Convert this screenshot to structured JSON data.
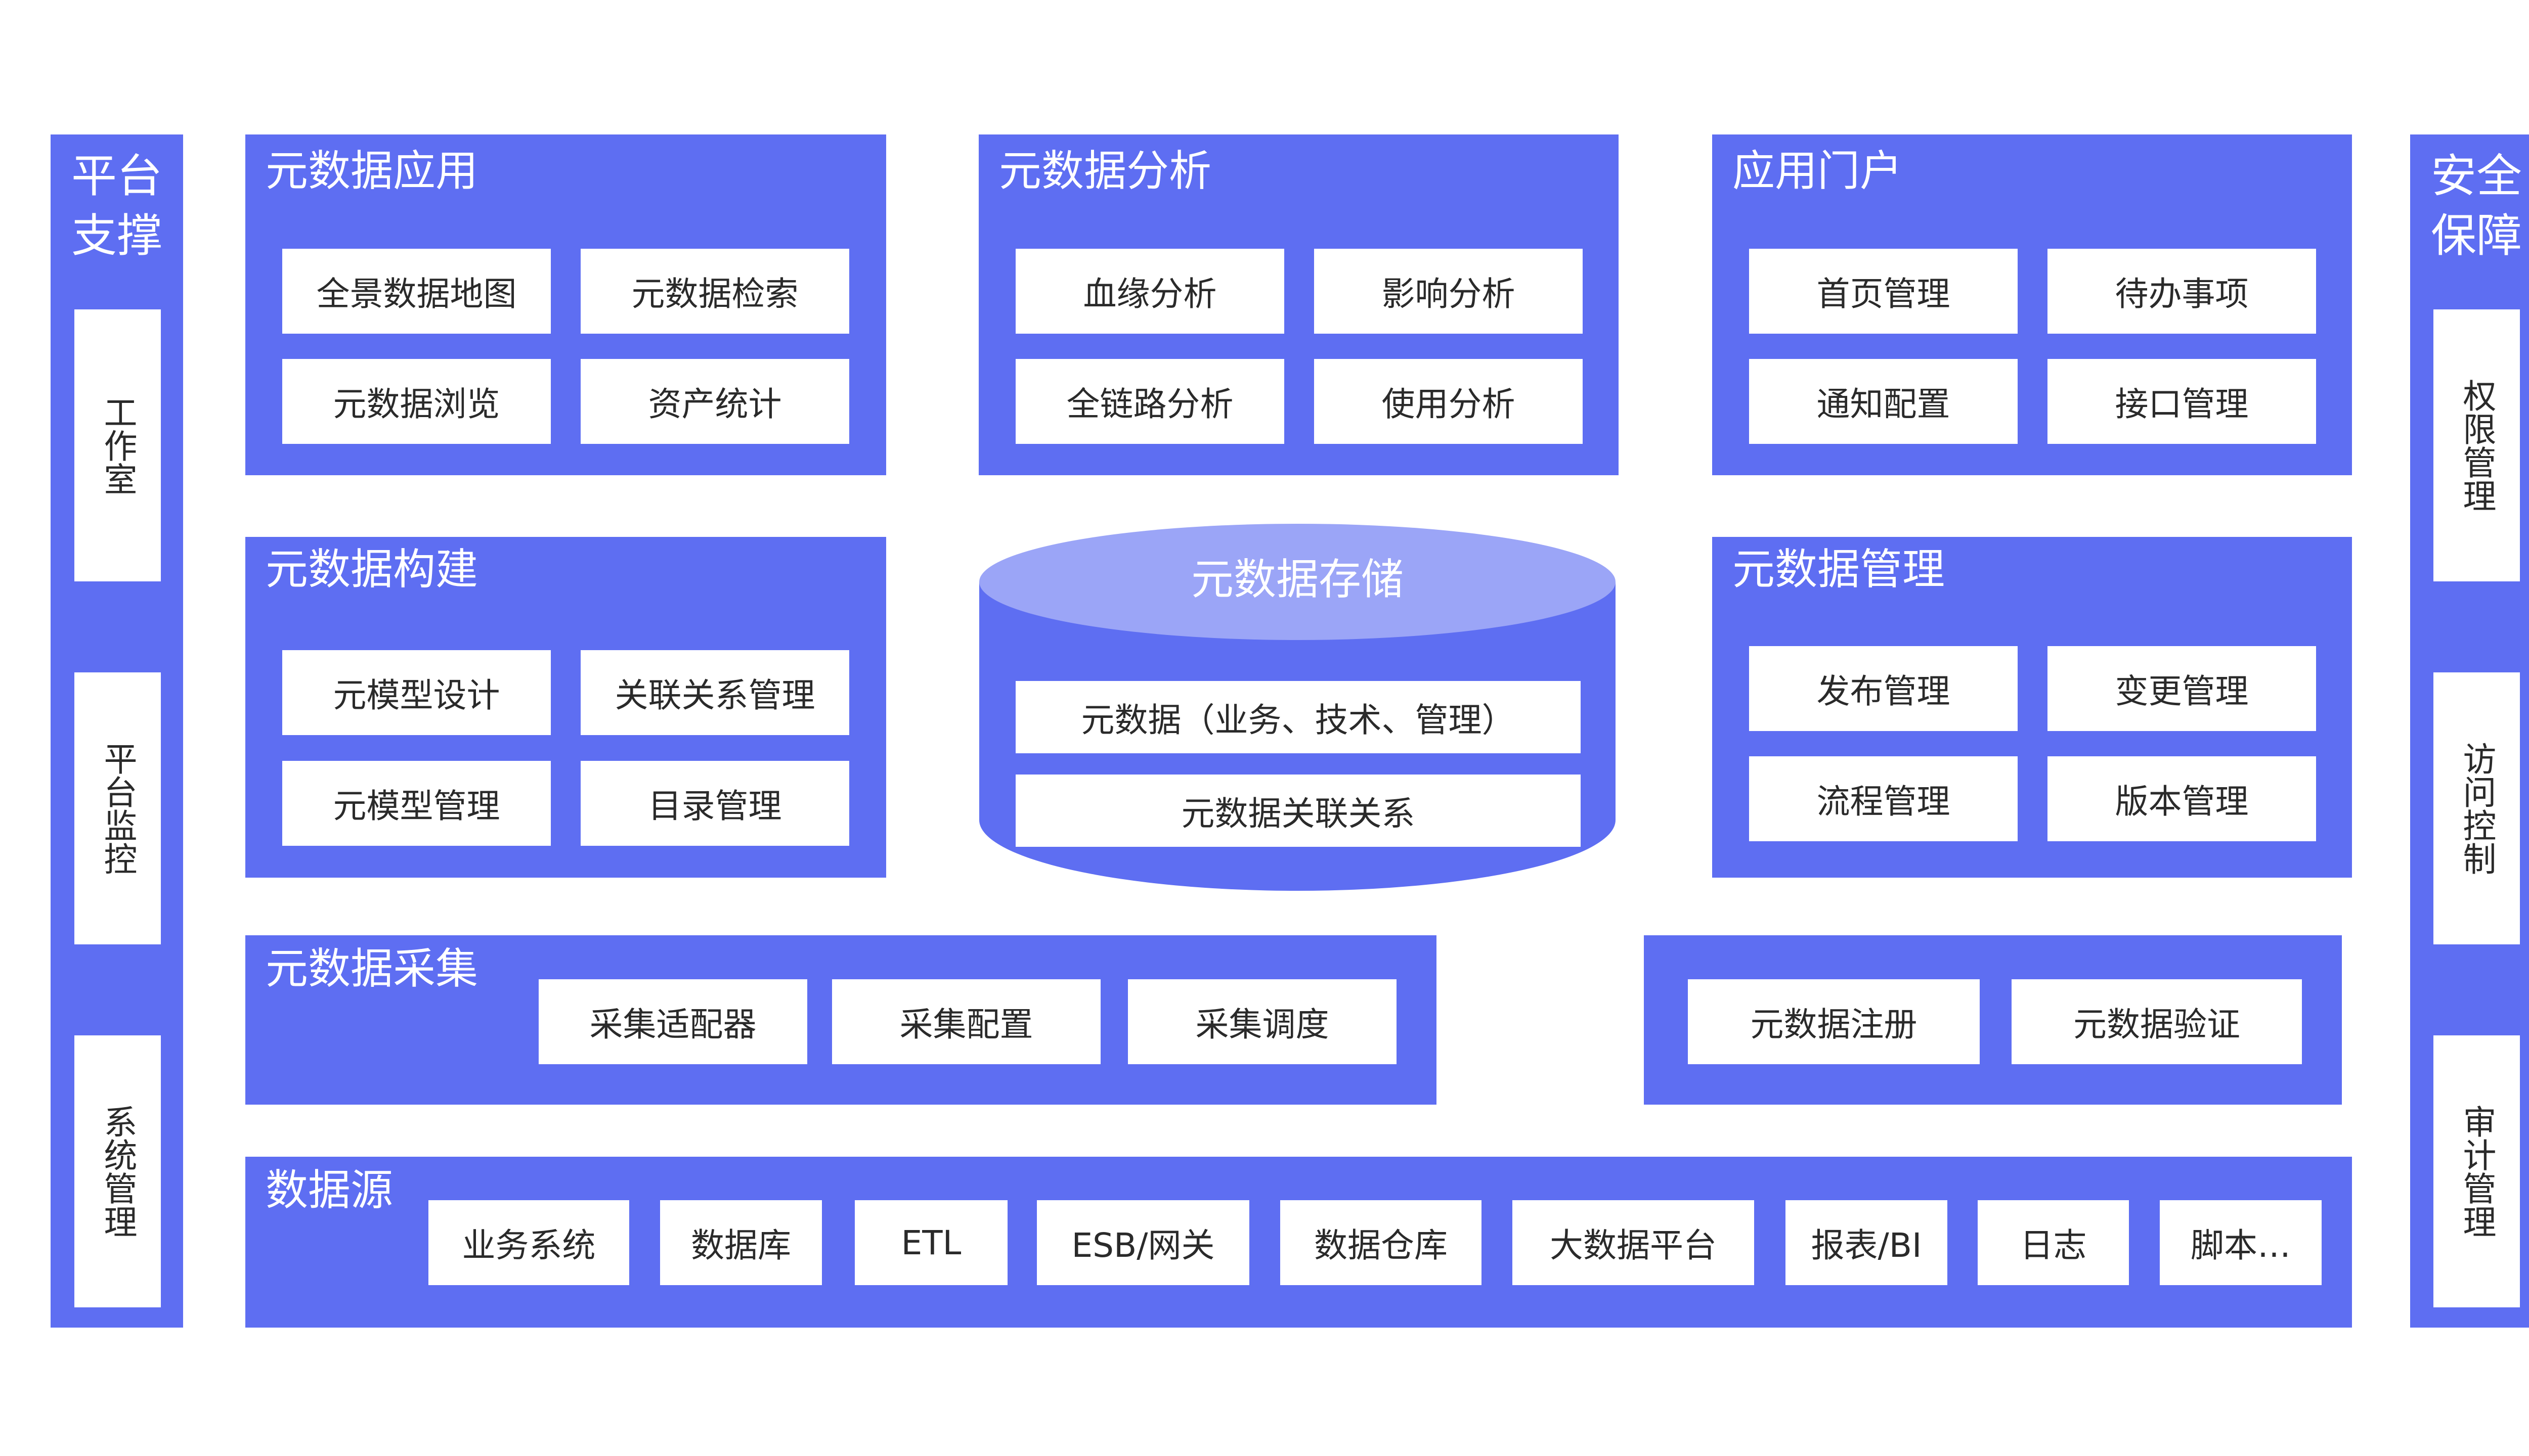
{
  "colors": {
    "panel": "#5e6ef2",
    "box": "#ffffff",
    "text_dark": "#2a2a2a",
    "cylinder_top": "#9ba5f7"
  },
  "left_side": {
    "title_line1": "平台",
    "title_line2": "支撑",
    "items": [
      "工作室",
      "平台监控",
      "系统管理"
    ]
  },
  "right_side": {
    "title_line1": "安全",
    "title_line2": "保障",
    "items": [
      "权限管理",
      "访问控制",
      "审计管理"
    ]
  },
  "app": {
    "title": "元数据应用",
    "items": [
      "全景数据地图",
      "元数据检索",
      "元数据浏览",
      "资产统计"
    ]
  },
  "analysis": {
    "title": "元数据分析",
    "items": [
      "血缘分析",
      "影响分析",
      "全链路分析",
      "使用分析"
    ]
  },
  "portal": {
    "title": "应用门户",
    "items": [
      "首页管理",
      "待办事项",
      "通知配置",
      "接口管理"
    ]
  },
  "build": {
    "title": "元数据构建",
    "items": [
      "元模型设计",
      "关联关系管理",
      "元模型管理",
      "目录管理"
    ]
  },
  "storage": {
    "title": "元数据存储",
    "items": [
      "元数据（业务、技术、管理）",
      "元数据关联关系"
    ]
  },
  "manage": {
    "title": "元数据管理",
    "items": [
      "发布管理",
      "变更管理",
      "流程管理",
      "版本管理"
    ]
  },
  "collect": {
    "title": "元数据采集",
    "items": [
      "采集适配器",
      "采集配置",
      "采集调度"
    ]
  },
  "register": {
    "items": [
      "元数据注册",
      "元数据验证"
    ]
  },
  "source": {
    "title": "数据源",
    "items": [
      "业务系统",
      "数据库",
      "ETL",
      "ESB/网关",
      "数据仓库",
      "大数据平台",
      "报表/BI",
      "日志",
      "脚本…"
    ]
  }
}
